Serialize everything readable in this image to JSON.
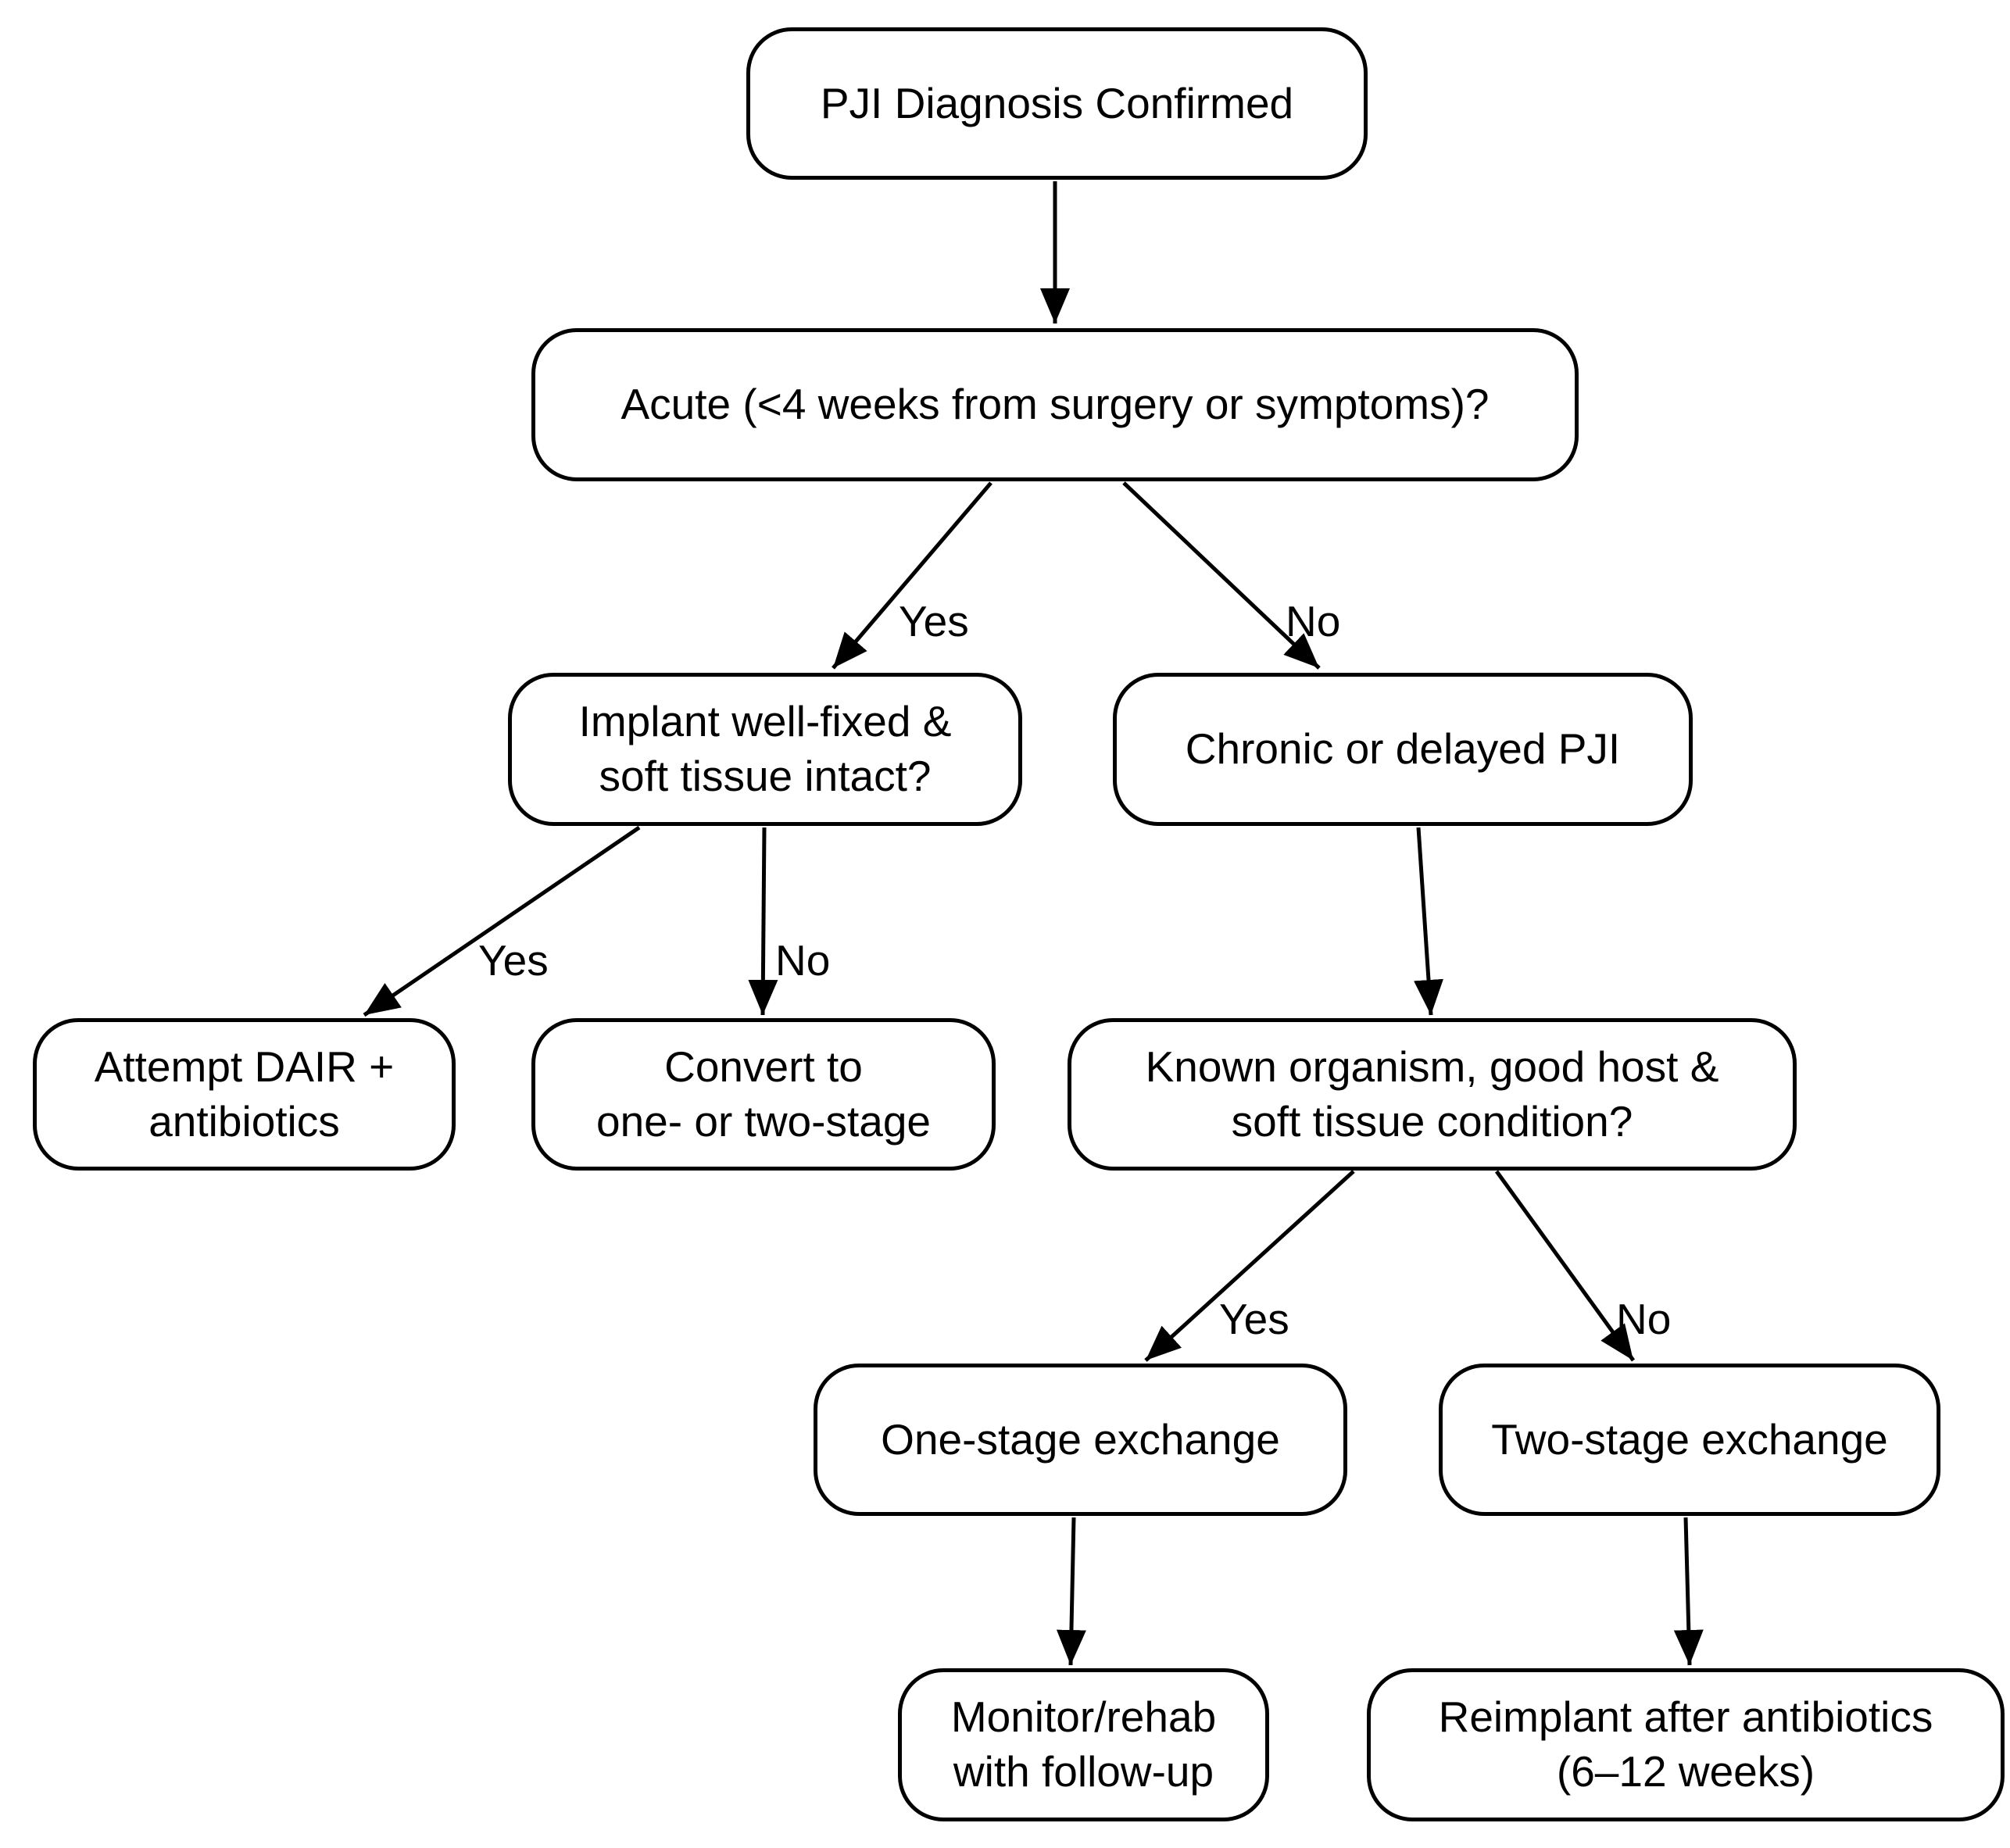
{
  "diagram": {
    "type": "flowchart",
    "colors": {
      "background": "#ffffff",
      "node_fill": "#ffffff",
      "node_border": "#000000",
      "text": "#000000",
      "arrow": "#000000"
    },
    "nodes": [
      {
        "id": "pji-diagnosis-confirmed",
        "label": "PJI Diagnosis Confirmed"
      },
      {
        "id": "acute-question",
        "label": "Acute (<4 weeks from surgery or symptoms)?"
      },
      {
        "id": "implant-well-fixed-question",
        "label": "Implant well-fixed &\nsoft tissue intact?"
      },
      {
        "id": "chronic-or-delayed-pji",
        "label": "Chronic or delayed PJI"
      },
      {
        "id": "attempt-dair-antibiotics",
        "label": "Attempt DAIR +\nantibiotics"
      },
      {
        "id": "convert-one-or-two-stage",
        "label": "Convert to\none- or two-stage"
      },
      {
        "id": "known-organism-question",
        "label": "Known organism, good host &\nsoft tissue condition?"
      },
      {
        "id": "one-stage-exchange",
        "label": "One-stage exchange"
      },
      {
        "id": "two-stage-exchange",
        "label": "Two-stage exchange"
      },
      {
        "id": "monitor-rehab-follow-up",
        "label": "Monitor/rehab\nwith follow-up"
      },
      {
        "id": "reimplant-after-antibiotics",
        "label": "Reimplant after antibiotics\n(6–12 weeks)"
      }
    ],
    "edges": [
      {
        "from": "pji-diagnosis-confirmed",
        "to": "acute-question",
        "label": ""
      },
      {
        "from": "acute-question",
        "to": "implant-well-fixed-question",
        "label": "Yes"
      },
      {
        "from": "acute-question",
        "to": "chronic-or-delayed-pji",
        "label": "No"
      },
      {
        "from": "implant-well-fixed-question",
        "to": "attempt-dair-antibiotics",
        "label": "Yes"
      },
      {
        "from": "implant-well-fixed-question",
        "to": "convert-one-or-two-stage",
        "label": "No"
      },
      {
        "from": "chronic-or-delayed-pji",
        "to": "known-organism-question",
        "label": ""
      },
      {
        "from": "known-organism-question",
        "to": "one-stage-exchange",
        "label": "Yes"
      },
      {
        "from": "known-organism-question",
        "to": "two-stage-exchange",
        "label": "No"
      },
      {
        "from": "one-stage-exchange",
        "to": "monitor-rehab-follow-up",
        "label": ""
      },
      {
        "from": "two-stage-exchange",
        "to": "reimplant-after-antibiotics",
        "label": ""
      }
    ]
  }
}
